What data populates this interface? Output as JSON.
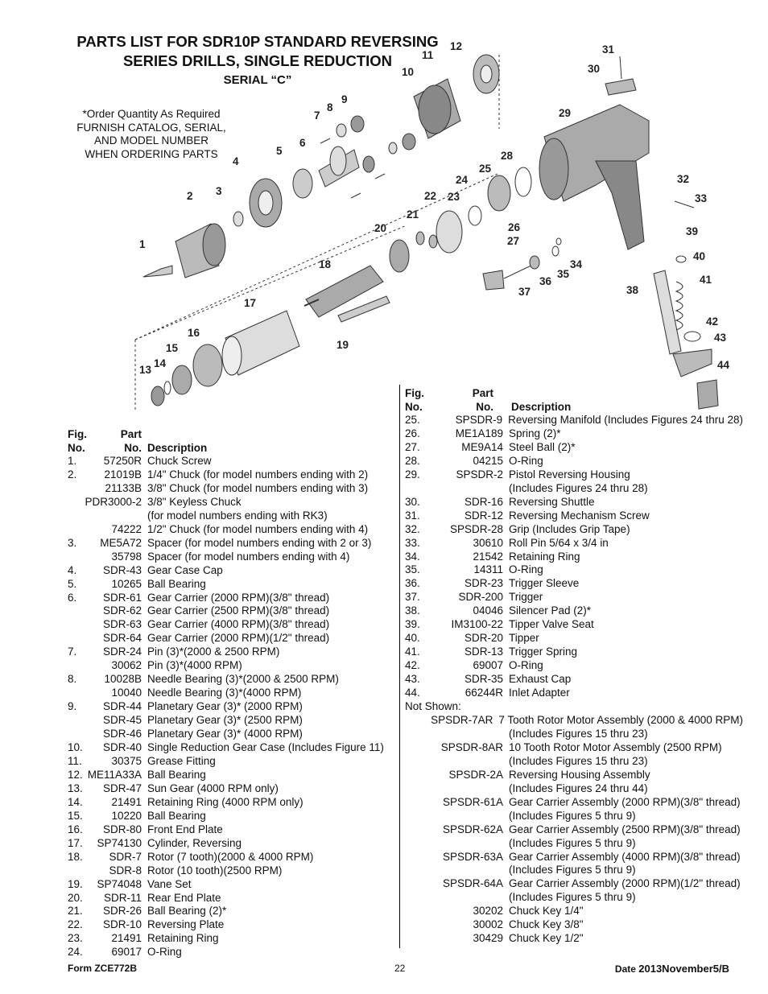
{
  "title": {
    "line1": "PARTS LIST FOR SDR10P STANDARD REVERSING",
    "line2": "SERIES DRILLS, SINGLE REDUCTION",
    "line3": "SERIAL “C”"
  },
  "note": [
    "*Order Quantity As Required",
    "FURNISH CATALOG, SERIAL,",
    "AND MODEL NUMBER",
    "WHEN ORDERING PARTS"
  ],
  "diagram_callouts": [
    "1",
    "2",
    "3",
    "4",
    "5",
    "6",
    "7",
    "8",
    "9",
    "10",
    "11",
    "12",
    "13",
    "14",
    "15",
    "16",
    "17",
    "18",
    "19",
    "20",
    "21",
    "22",
    "23",
    "24",
    "25",
    "26",
    "27",
    "28",
    "29",
    "30",
    "31",
    "32",
    "33",
    "34",
    "35",
    "36",
    "37",
    "38",
    "39",
    "40",
    "41",
    "42",
    "43",
    "44"
  ],
  "headers": {
    "fig_top": "Fig.",
    "fig": "No.",
    "part_top": "Part",
    "part": "No.",
    "desc": "Description"
  },
  "left_rows": [
    {
      "fig": "1.",
      "part": "57250R",
      "desc": "Chuck Screw"
    },
    {
      "fig": "2.",
      "part": "21019B",
      "desc": "1/4\" Chuck (for model numbers ending with 2)"
    },
    {
      "fig": "",
      "part": "21133B",
      "desc": "3/8\" Chuck (for model numbers ending with 3)"
    },
    {
      "fig": "",
      "part": "PDR3000-2",
      "desc": "3/8\" Keyless Chuck"
    },
    {
      "fig": "",
      "part": "",
      "desc": "(for model numbers ending with RK3)"
    },
    {
      "fig": "",
      "part": "74222",
      "desc": "1/2\" Chuck (for model numbers ending with 4)"
    },
    {
      "fig": "3.",
      "part": "ME5A72",
      "desc": "Spacer (for model numbers ending with 2 or 3)"
    },
    {
      "fig": "",
      "part": "35798",
      "desc": "Spacer (for model numbers ending with 4)"
    },
    {
      "fig": "4.",
      "part": "SDR-43",
      "desc": "Gear Case Cap"
    },
    {
      "fig": "5.",
      "part": "10265",
      "desc": "Ball Bearing"
    },
    {
      "fig": "6.",
      "part": "SDR-61",
      "desc": "Gear Carrier (2000 RPM)(3/8\" thread)"
    },
    {
      "fig": "",
      "part": "SDR-62",
      "desc": "Gear Carrier (2500 RPM)(3/8\" thread)"
    },
    {
      "fig": "",
      "part": "SDR-63",
      "desc": "Gear Carrier (4000 RPM)(3/8\" thread)"
    },
    {
      "fig": "",
      "part": "SDR-64",
      "desc": "Gear Carrier (2000 RPM)(1/2\" thread)"
    },
    {
      "fig": "7.",
      "part": "SDR-24",
      "desc": "Pin (3)*(2000 & 2500 RPM)"
    },
    {
      "fig": "",
      "part": "30062",
      "desc": "Pin (3)*(4000 RPM)"
    },
    {
      "fig": "8.",
      "part": "10028B",
      "desc": "Needle Bearing (3)*(2000 & 2500 RPM)"
    },
    {
      "fig": "",
      "part": "10040",
      "desc": "Needle Bearing (3)*(4000 RPM)"
    },
    {
      "fig": "9.",
      "part": "SDR-44",
      "desc": "Planetary Gear (3)* (2000 RPM)"
    },
    {
      "fig": "",
      "part": "SDR-45",
      "desc": "Planetary Gear (3)* (2500 RPM)"
    },
    {
      "fig": "",
      "part": "SDR-46",
      "desc": "Planetary Gear (3)* (4000 RPM)"
    },
    {
      "fig": "10.",
      "part": "SDR-40",
      "desc": "Single Reduction Gear Case (Includes Figure 11)"
    },
    {
      "fig": "11.",
      "part": "30375",
      "desc": "Grease Fitting"
    },
    {
      "fig": "12.",
      "part": "ME11A33A",
      "desc": "Ball Bearing"
    },
    {
      "fig": "13.",
      "part": "SDR-47",
      "desc": "Sun Gear (4000 RPM only)"
    },
    {
      "fig": "14.",
      "part": "21491",
      "desc": "Retaining Ring (4000 RPM only)"
    },
    {
      "fig": "15.",
      "part": "10220",
      "desc": "Ball Bearing"
    },
    {
      "fig": "16.",
      "part": "SDR-80",
      "desc": "Front End Plate"
    },
    {
      "fig": "17.",
      "part": "SP74130",
      "desc": "Cylinder, Reversing"
    },
    {
      "fig": "18.",
      "part": "SDR-7",
      "desc": "Rotor (7 tooth)(2000 & 4000 RPM)"
    },
    {
      "fig": "",
      "part": "SDR-8",
      "desc": "Rotor (10 tooth)(2500 RPM)"
    },
    {
      "fig": "19.",
      "part": "SP74048",
      "desc": "Vane Set"
    },
    {
      "fig": "20.",
      "part": "SDR-11",
      "desc": "Rear End Plate"
    },
    {
      "fig": "21.",
      "part": "SDR-26",
      "desc": "Ball Bearing (2)*"
    },
    {
      "fig": "22.",
      "part": "SDR-10",
      "desc": "Reversing Plate"
    },
    {
      "fig": "23.",
      "part": "21491",
      "desc": "Retaining Ring"
    },
    {
      "fig": "24.",
      "part": "69017",
      "desc": "O-Ring"
    }
  ],
  "right_rows": [
    {
      "fig": "25.",
      "part": "SPSDR-9",
      "desc": "Reversing Manifold (Includes Figures 24 thru 28)"
    },
    {
      "fig": "26.",
      "part": "ME1A189",
      "desc": "Spring (2)*"
    },
    {
      "fig": "27.",
      "part": "ME9A14",
      "desc": "Steel Ball (2)*"
    },
    {
      "fig": "28.",
      "part": "04215",
      "desc": "O-Ring"
    },
    {
      "fig": "29.",
      "part": "SPSDR-2",
      "desc": "Pistol Reversing Housing"
    },
    {
      "fig": "",
      "part": "",
      "desc": "(Includes Figures 24 thru 28)"
    },
    {
      "fig": "30.",
      "part": "SDR-16",
      "desc": "Reversing Shuttle"
    },
    {
      "fig": "31.",
      "part": "SDR-12",
      "desc": "Reversing Mechanism Screw"
    },
    {
      "fig": "32.",
      "part": "SPSDR-28",
      "desc": "Grip (Includes Grip Tape)"
    },
    {
      "fig": "33.",
      "part": "30610",
      "desc": "Roll Pin 5/64 x 3/4 in"
    },
    {
      "fig": "34.",
      "part": "21542",
      "desc": "Retaining Ring"
    },
    {
      "fig": "35.",
      "part": "14311",
      "desc": "O-Ring"
    },
    {
      "fig": "36.",
      "part": "SDR-23",
      "desc": "Trigger Sleeve"
    },
    {
      "fig": "37.",
      "part": "SDR-200",
      "desc": "Trigger"
    },
    {
      "fig": "38.",
      "part": "04046",
      "desc": "Silencer Pad (2)*"
    },
    {
      "fig": "39.",
      "part": "IM3100-22",
      "desc": "Tipper Valve Seat"
    },
    {
      "fig": "40.",
      "part": "SDR-20",
      "desc": "Tipper"
    },
    {
      "fig": "41.",
      "part": "SDR-13",
      "desc": "Trigger Spring"
    },
    {
      "fig": "42.",
      "part": "69007",
      "desc": "O-Ring"
    },
    {
      "fig": "43.",
      "part": "SDR-35",
      "desc": "Exhaust Cap"
    },
    {
      "fig": "44.",
      "part": "66244R",
      "desc": "Inlet Adapter"
    },
    {
      "fig": "Not Shown:",
      "part": "",
      "desc": ""
    },
    {
      "fig": "",
      "part": "SPSDR-7AR",
      "desc": "7 Tooth Rotor Motor Assembly (2000 & 4000 RPM)"
    },
    {
      "fig": "",
      "part": "",
      "desc": "(Includes Figures 15 thru 23)"
    },
    {
      "fig": "",
      "part": "SPSDR-8AR",
      "desc": "10 Tooth Rotor Motor Assembly (2500 RPM)"
    },
    {
      "fig": "",
      "part": "",
      "desc": "(Includes Figures 15 thru 23)"
    },
    {
      "fig": "",
      "part": "SPSDR-2A",
      "desc": "Reversing Housing Assembly"
    },
    {
      "fig": "",
      "part": "",
      "desc": "(Includes Figures 24 thru 44)"
    },
    {
      "fig": "",
      "part": "SPSDR-61A",
      "desc": "Gear Carrier Assembly (2000 RPM)(3/8\" thread)"
    },
    {
      "fig": "",
      "part": "",
      "desc": "(Includes Figures 5 thru 9)"
    },
    {
      "fig": "",
      "part": "SPSDR-62A",
      "desc": "Gear Carrier Assembly (2500 RPM)(3/8\" thread)"
    },
    {
      "fig": "",
      "part": "",
      "desc": "(Includes Figures 5 thru 9)"
    },
    {
      "fig": "",
      "part": "SPSDR-63A",
      "desc": "Gear Carrier Assembly (4000 RPM)(3/8\" thread)"
    },
    {
      "fig": "",
      "part": "",
      "desc": "(Includes Figures 5 thru 9)"
    },
    {
      "fig": "",
      "part": "SPSDR-64A",
      "desc": "Gear Carrier Assembly (2000 RPM)(1/2\" thread)"
    },
    {
      "fig": "",
      "part": "",
      "desc": "(Includes Figures 5 thru 9)"
    },
    {
      "fig": "",
      "part": "30202",
      "desc": "Chuck Key 1/4\""
    },
    {
      "fig": "",
      "part": "30002",
      "desc": "Chuck Key 3/8\""
    },
    {
      "fig": "",
      "part": "30429",
      "desc": "Chuck Key 1/2\""
    }
  ],
  "footer": {
    "form": "Form ZCE772B",
    "page": "22",
    "date_label": "Date",
    "date": "2013November5/B"
  }
}
